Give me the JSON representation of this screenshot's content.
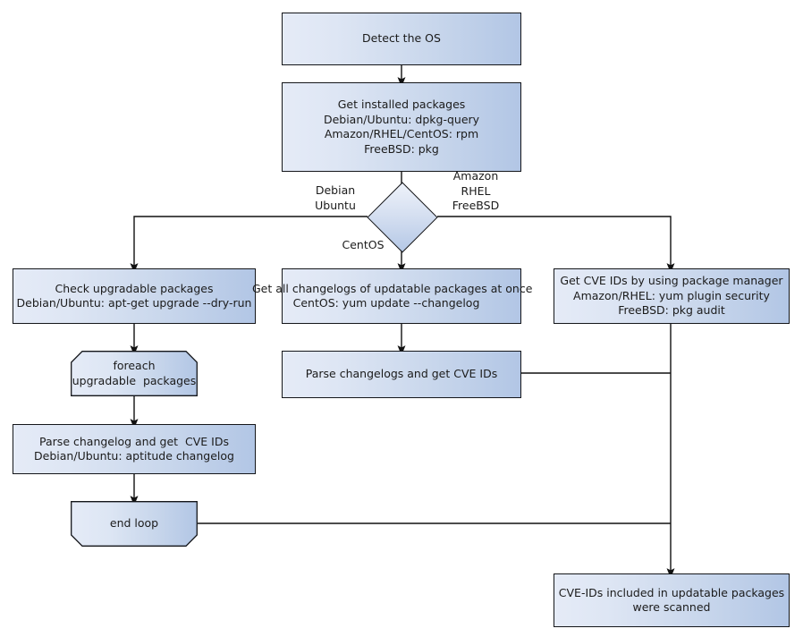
{
  "diagram": {
    "title": "Vuls scan flow: detect OS, list packages, gather CVE IDs",
    "colors": {
      "node_fill_light": "#e5ebf7",
      "node_fill_dark": "#b2c6e5",
      "node_stroke": "#14161a",
      "connector": "#111111",
      "text": "#1b1b1b",
      "background": "#ffffff"
    },
    "nodes": {
      "detect_os": {
        "label": "Detect the OS",
        "shape": "process"
      },
      "get_installed_packages": {
        "label": "Get installed packages\nDebian/Ubuntu: dpkg-query\nAmazon/RHEL/CentOS: rpm\nFreeBSD: pkg",
        "shape": "process"
      },
      "os_decision": {
        "label": "",
        "shape": "decision"
      },
      "check_upgradable": {
        "label": "Check upgradable packages\nDebian/Ubuntu: apt-get upgrade --dry-run",
        "shape": "process"
      },
      "get_all_changelogs": {
        "label": "Get all changelogs of updatable packages at once\nCentOS: yum update --changelog",
        "shape": "process"
      },
      "get_cve_ids_pkgmgr": {
        "label": "Get CVE IDs by using package manager\nAmazon/RHEL: yum plugin security\nFreeBSD: pkg audit",
        "shape": "process"
      },
      "foreach_loop": {
        "label": "foreach\nupgradable  packages",
        "shape": "loop-start"
      },
      "parse_changelogs_center": {
        "label": "Parse changelogs and get CVE IDs",
        "shape": "process"
      },
      "parse_changelog_left": {
        "label": "Parse changelog and get  CVE IDs\nDebian/Ubuntu: aptitude changelog",
        "shape": "process"
      },
      "end_loop": {
        "label": "end loop",
        "shape": "loop-end"
      },
      "scanned_result": {
        "label": "CVE-IDs included in updatable packages\nwere scanned",
        "shape": "process"
      }
    },
    "edge_labels": {
      "debian_ubuntu": "Debian\nUbuntu",
      "amazon_rhel_freebsd": "Amazon\nRHEL\nFreeBSD",
      "centos": "CentOS"
    }
  }
}
